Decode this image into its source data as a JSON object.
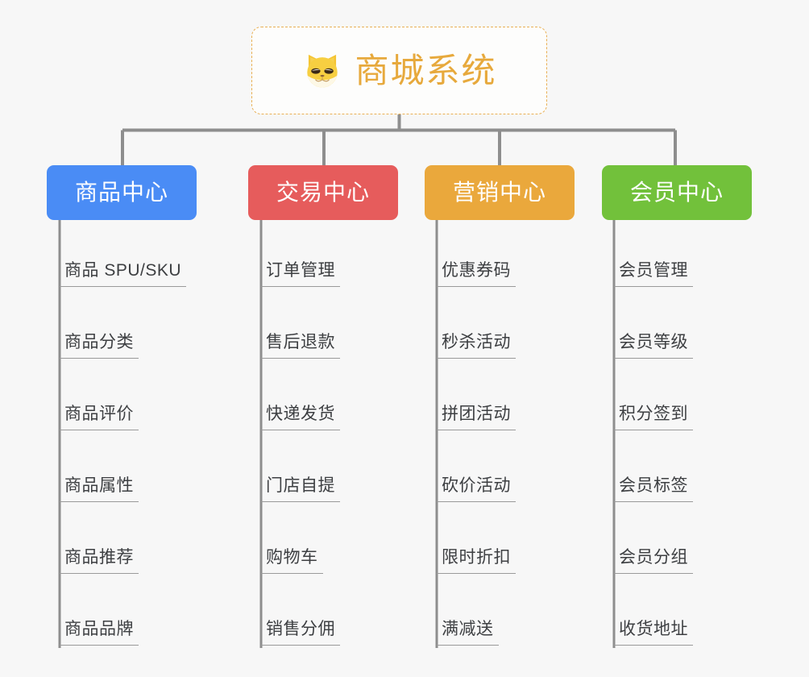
{
  "diagram": {
    "title": "商城系统",
    "type": "mindmap-tree",
    "background_color": "#f7f7f7",
    "root": {
      "label": "商城系统",
      "icon": "shiba-dog-face-emoji",
      "text_color": "#e7a93c",
      "border_color": "#e9b055",
      "border_style": "dashed",
      "background_color": "#fdfdfc"
    },
    "line_color": "#8e8e8e",
    "branches": [
      {
        "label": "商品中心",
        "color": "#4a8cf5",
        "text_color": "#ffffff",
        "items": [
          "商品 SPU/SKU",
          "商品分类",
          "商品评价",
          "商品属性",
          "商品推荐",
          "商品品牌"
        ]
      },
      {
        "label": "交易中心",
        "color": "#e65c5c",
        "text_color": "#ffffff",
        "items": [
          "订单管理",
          "售后退款",
          "快递发货",
          "门店自提",
          "购物车",
          "销售分佣"
        ]
      },
      {
        "label": "营销中心",
        "color": "#eaa83c",
        "text_color": "#ffffff",
        "items": [
          "优惠券码",
          "秒杀活动",
          "拼团活动",
          "砍价活动",
          "限时折扣",
          "满减送"
        ]
      },
      {
        "label": "会员中心",
        "color": "#72c13b",
        "text_color": "#ffffff",
        "items": [
          "会员管理",
          "会员等级",
          "积分签到",
          "会员标签",
          "会员分组",
          "收货地址"
        ]
      }
    ]
  }
}
